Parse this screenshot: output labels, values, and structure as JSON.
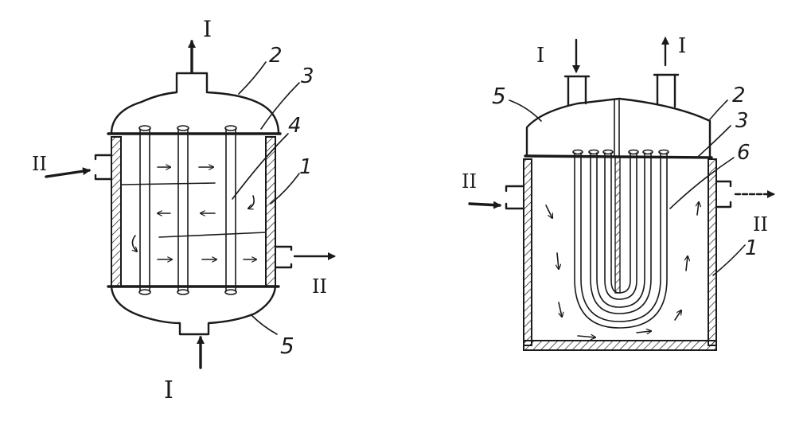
{
  "colors": {
    "ink": "#1a1a1a",
    "paper": "#ffffff"
  },
  "left_exchanger": {
    "stream_top": "I",
    "stream_bottom": "I",
    "stream_in": "II",
    "stream_out": "II",
    "callout_2": "2",
    "callout_3": "3",
    "callout_4": "4",
    "callout_1": "1",
    "callout_5": "5"
  },
  "right_exchanger": {
    "stream_in_top": "I",
    "stream_out_top": "I",
    "stream_in_side": "II",
    "stream_out_side": "II",
    "callout_5": "5",
    "callout_2": "2",
    "callout_3": "3",
    "callout_6": "6",
    "callout_1": "1"
  }
}
